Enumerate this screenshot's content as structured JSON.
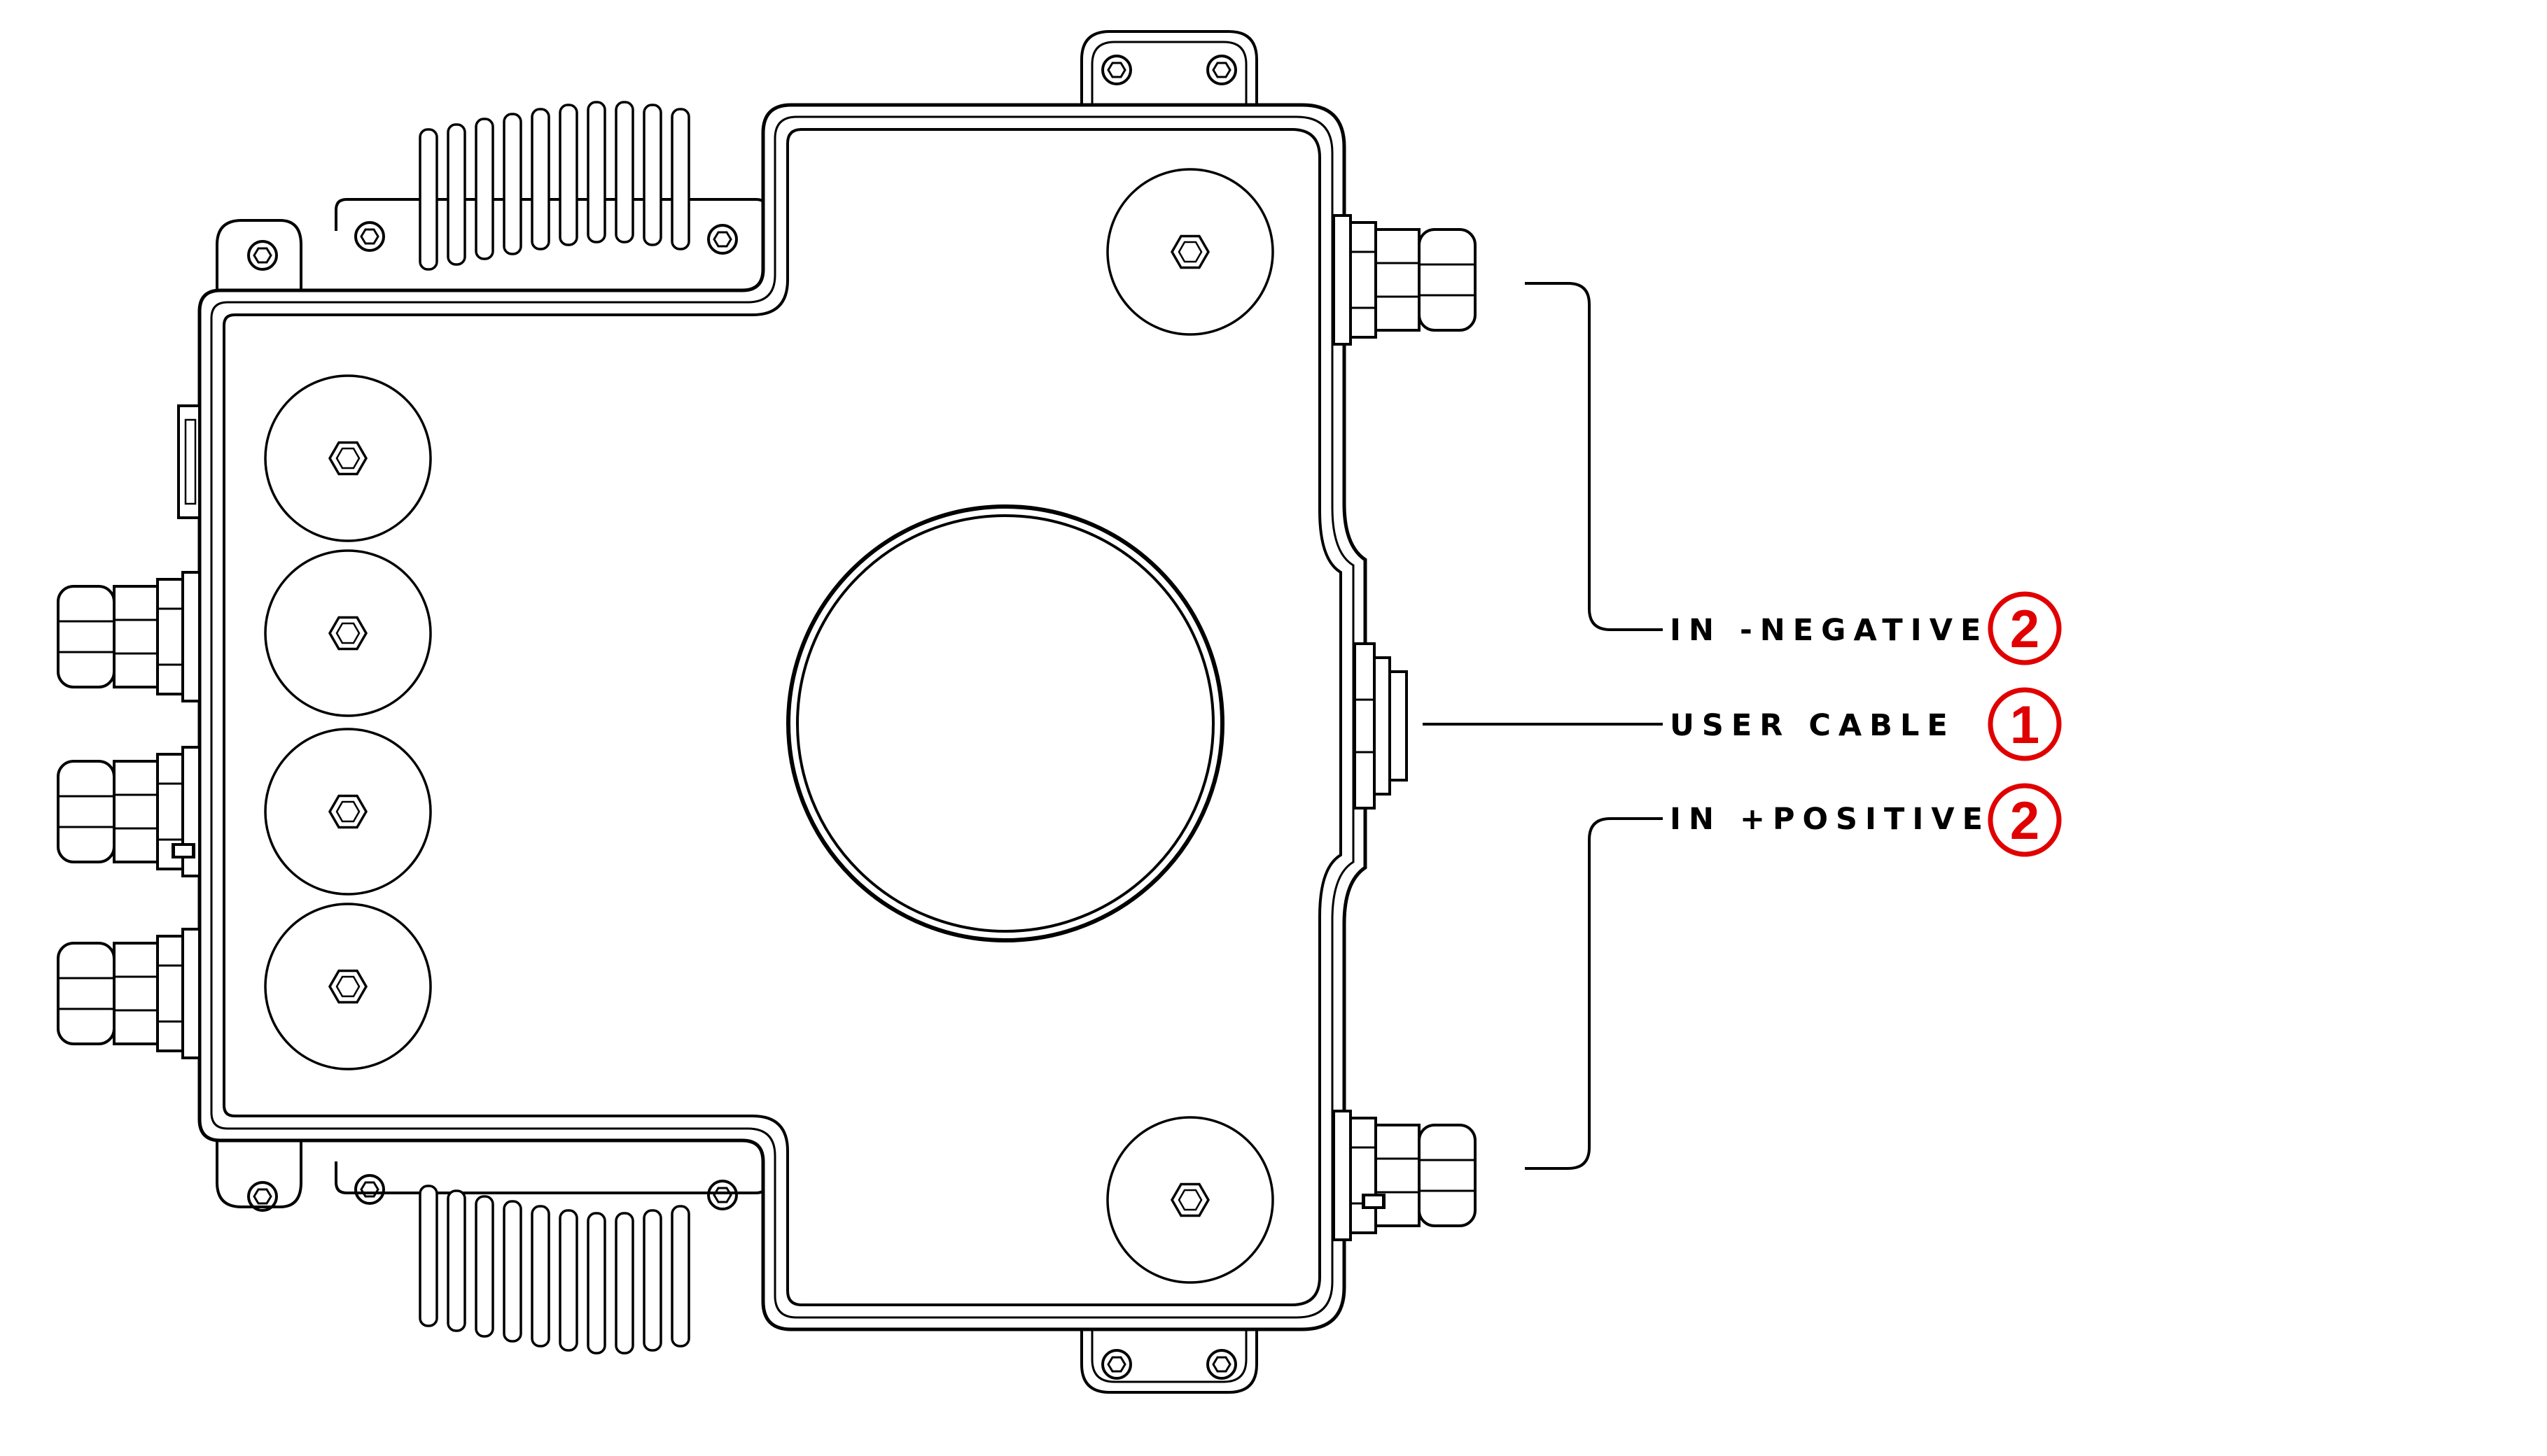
{
  "callouts": [
    {
      "label": "IN -NEGATIVE",
      "number": "2"
    },
    {
      "label": "USER CABLE",
      "number": "1"
    },
    {
      "label": "IN +POSITIVE",
      "number": "2"
    }
  ],
  "colors": {
    "line": "#000000",
    "accent": "#e00000",
    "background": "#ffffff"
  }
}
